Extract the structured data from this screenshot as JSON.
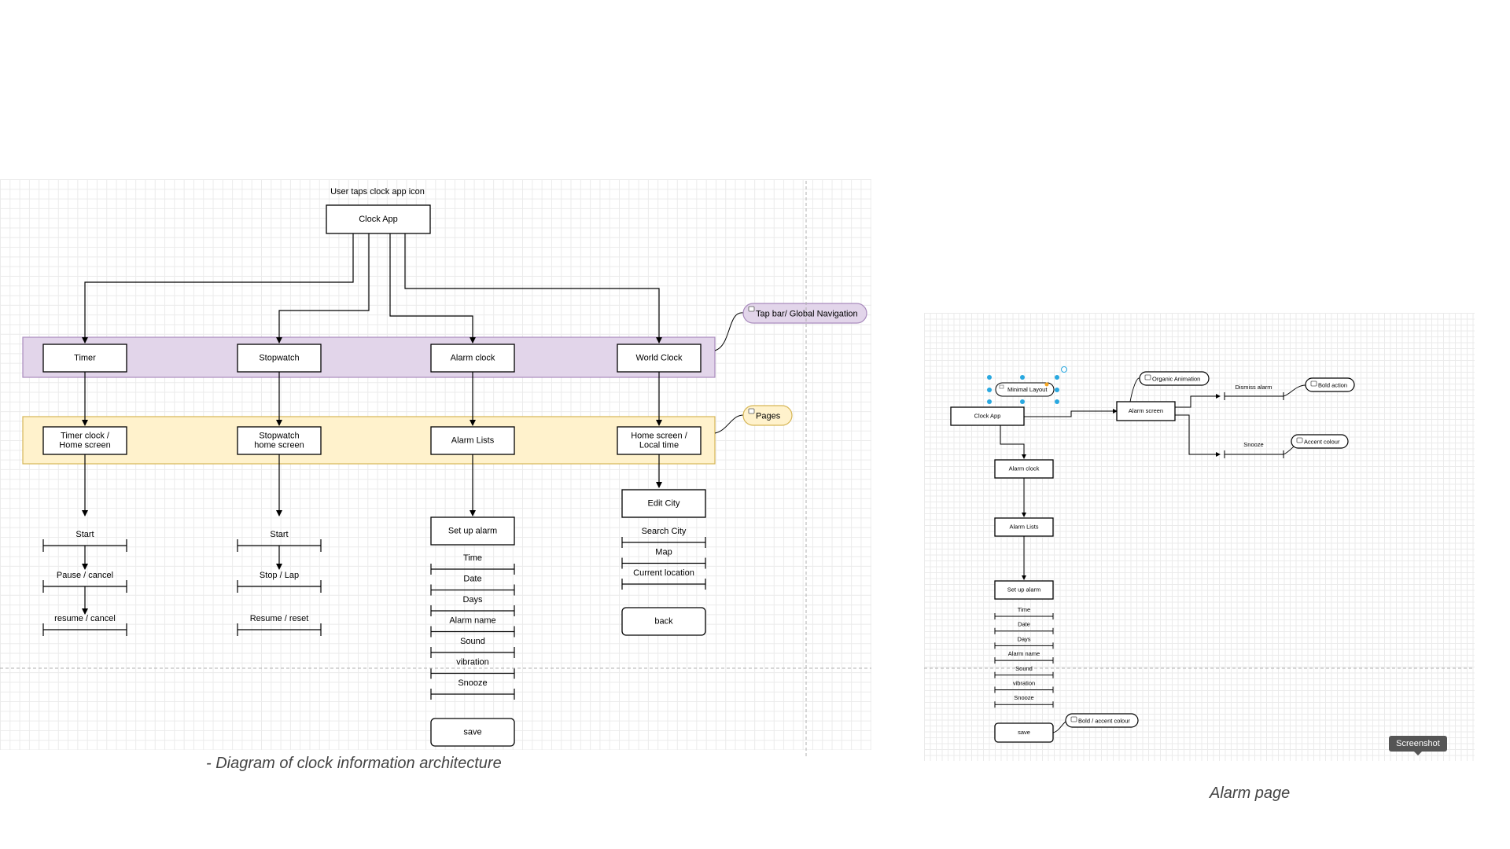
{
  "diagram1": {
    "top_note": "User taps clock app icon",
    "root": "Clock App",
    "nav_tag": "Tap bar/ Global Navigation",
    "pages_tag": "Pages",
    "colors": {
      "nav_band": "#e2d5ea",
      "nav_border": "#a98bbd",
      "pages_band": "#fff2cc",
      "pages_border": "#d6b656",
      "line": "#000000"
    },
    "timer": {
      "tab": "Timer",
      "page": [
        "Timer clock /",
        "Home screen"
      ],
      "items": [
        "Start",
        "Pause / cancel",
        "resume / cancel"
      ]
    },
    "stopwatch": {
      "tab": "Stopwatch",
      "page": [
        "Stopwatch",
        "home screen"
      ],
      "items": [
        "Start",
        "Stop / Lap",
        "Resume / reset"
      ]
    },
    "alarm": {
      "tab": "Alarm clock",
      "page": [
        "Alarm Lists"
      ],
      "setup": "Set up alarm",
      "items": [
        "Time",
        "Date",
        "Days",
        "Alarm name",
        "Sound",
        "vibration",
        "Snooze"
      ],
      "save": "save"
    },
    "world": {
      "tab": "World Clock",
      "page": [
        "Home screen /",
        "Local time"
      ],
      "edit": "Edit City",
      "items": [
        "Search City",
        "Map",
        "Current location"
      ],
      "back": "back"
    },
    "caption": "- Diagram of clock information architecture"
  },
  "diagram2": {
    "root": "Clock App",
    "minimal": "Minimal Layout",
    "alarm_screen": "Alarm screen",
    "organic": "Organic Animation",
    "dismiss": "Dismiss alarm",
    "bold_action": "Bold action",
    "snooze": "Snooze",
    "accent": "Accent colour",
    "alarm_clock": "Alarm clock",
    "alarm_lists": "Alarm Lists",
    "setup": "Set up alarm",
    "items": [
      "Time",
      "Date",
      "Days",
      "Alarm name",
      "Sound",
      "vibration",
      "Snooze"
    ],
    "save": "save",
    "bold_accent": "Bold / accent colour",
    "tooltip": "Screenshot",
    "selection_color": "#29a8e0",
    "caption": "Alarm page"
  }
}
